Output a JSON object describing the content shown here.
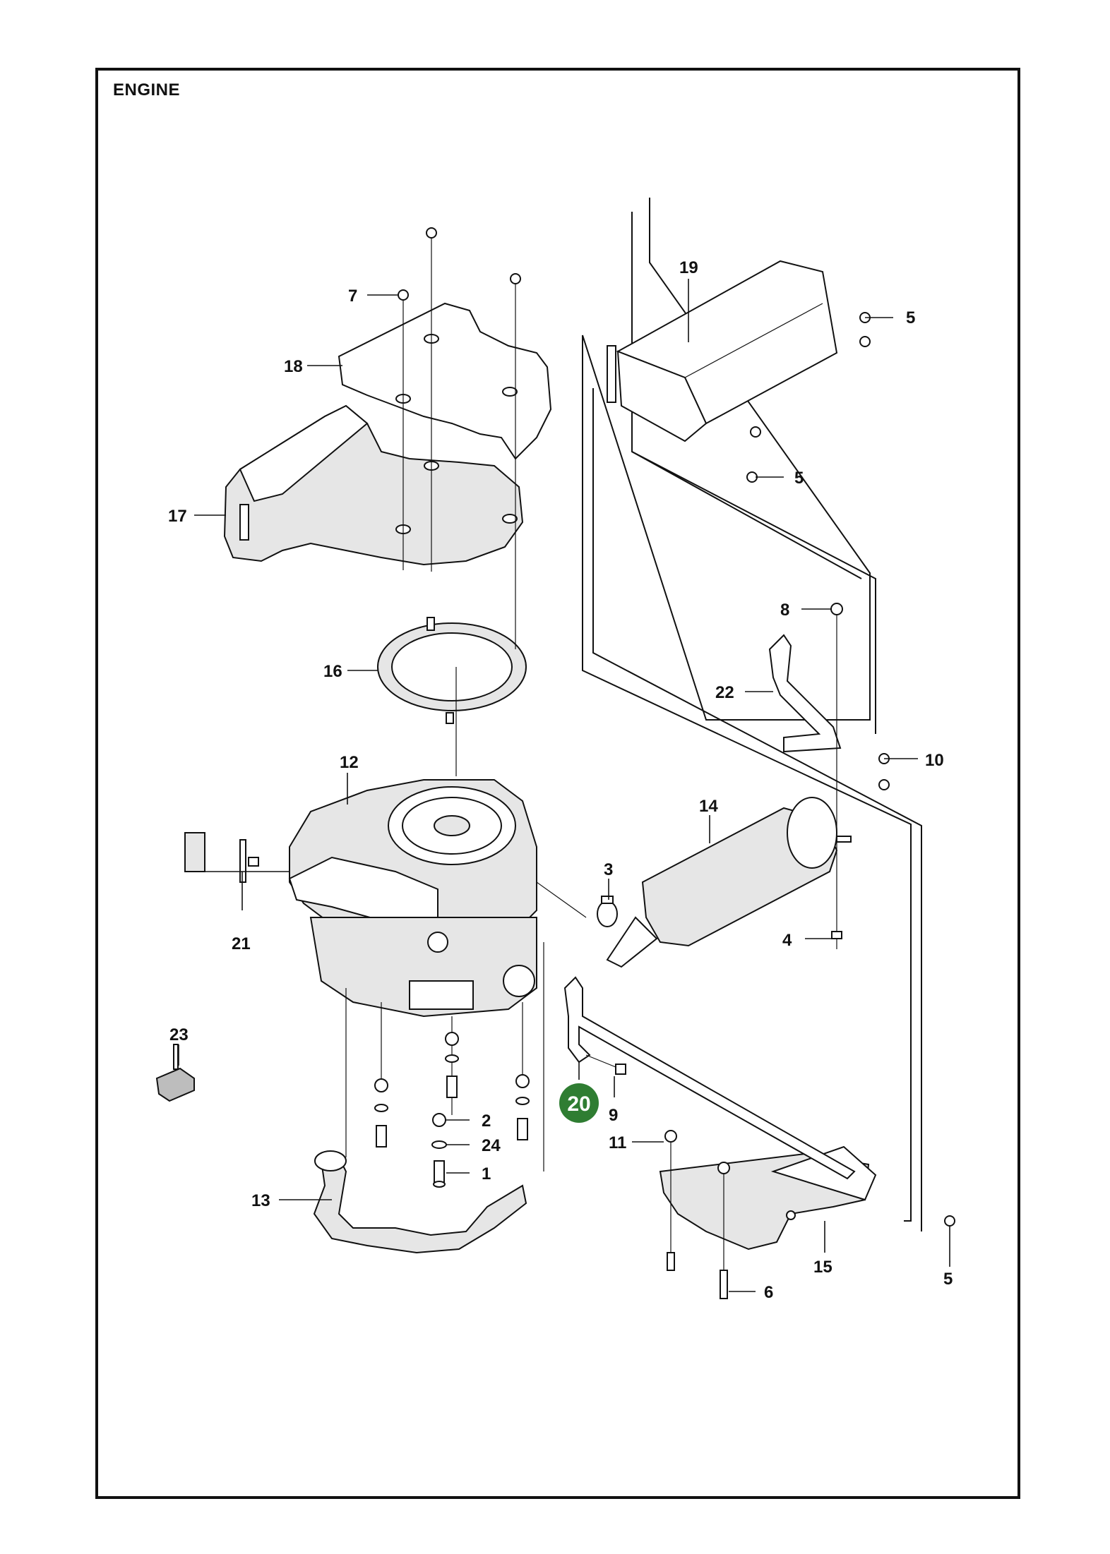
{
  "title": "ENGINE",
  "callouts": {
    "c1": "1",
    "c2": "2",
    "c3": "3",
    "c4": "4",
    "c5a": "5",
    "c5b": "5",
    "c5c": "5",
    "c6": "6",
    "c7": "7",
    "c8": "8",
    "c9": "9",
    "c10": "10",
    "c11": "11",
    "c12": "12",
    "c13": "13",
    "c14": "14",
    "c15": "15",
    "c16": "16",
    "c17": "17",
    "c18": "18",
    "c19": "19",
    "c21": "21",
    "c22": "22",
    "c23": "23",
    "c24": "24"
  },
  "highlighted_callout": "20",
  "colors": {
    "highlight": "#2f7d32",
    "line": "#111111"
  }
}
